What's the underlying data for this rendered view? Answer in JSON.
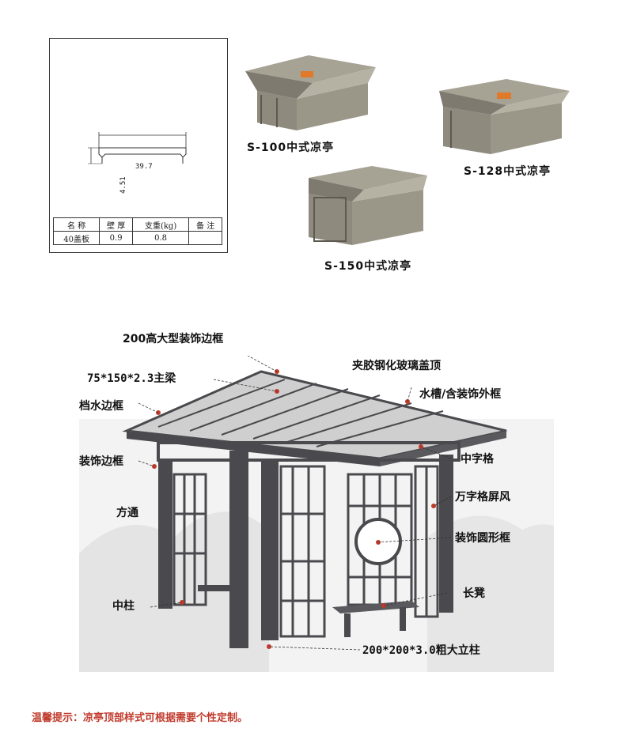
{
  "profile_spec": {
    "dim_width": "39.7",
    "dim_height": "4.51",
    "headers": [
      "名 称",
      "壁 厚",
      "支重(kg)",
      "备 注"
    ],
    "row": [
      "40盖板",
      "0.9",
      "0.8",
      ""
    ]
  },
  "models": [
    {
      "label": "S-100中式凉亭"
    },
    {
      "label": "S-128中式凉亭"
    },
    {
      "label": "S-150中式凉亭"
    }
  ],
  "callouts": {
    "decor_frame_200": "200高大型装饰边框",
    "laminated_glass_roof": "夹胶钢化玻璃盖顶",
    "main_beam": "75*150*2.3主梁",
    "gutter_frame": "水槽/含装饰外框",
    "water_block_frame": "档水边框",
    "decor_edge_frame": "装饰边框",
    "zhong_lattice": "中字格",
    "square_tube": "方通",
    "wan_lattice_screen": "万字格屏风",
    "round_frame": "装饰圆形框",
    "middle_column": "中柱",
    "bench": "长凳",
    "main_post": "200*200*3.0粗大立柱"
  },
  "footer": {
    "tip": "温馨提示：凉亭顶部样式可根据需要个性定制。"
  },
  "colors": {
    "frame": "#4a4a4e",
    "profile_grey": "#8e8a7e",
    "accent_dot": "#c0392b",
    "tip_text": "#c0392b"
  }
}
